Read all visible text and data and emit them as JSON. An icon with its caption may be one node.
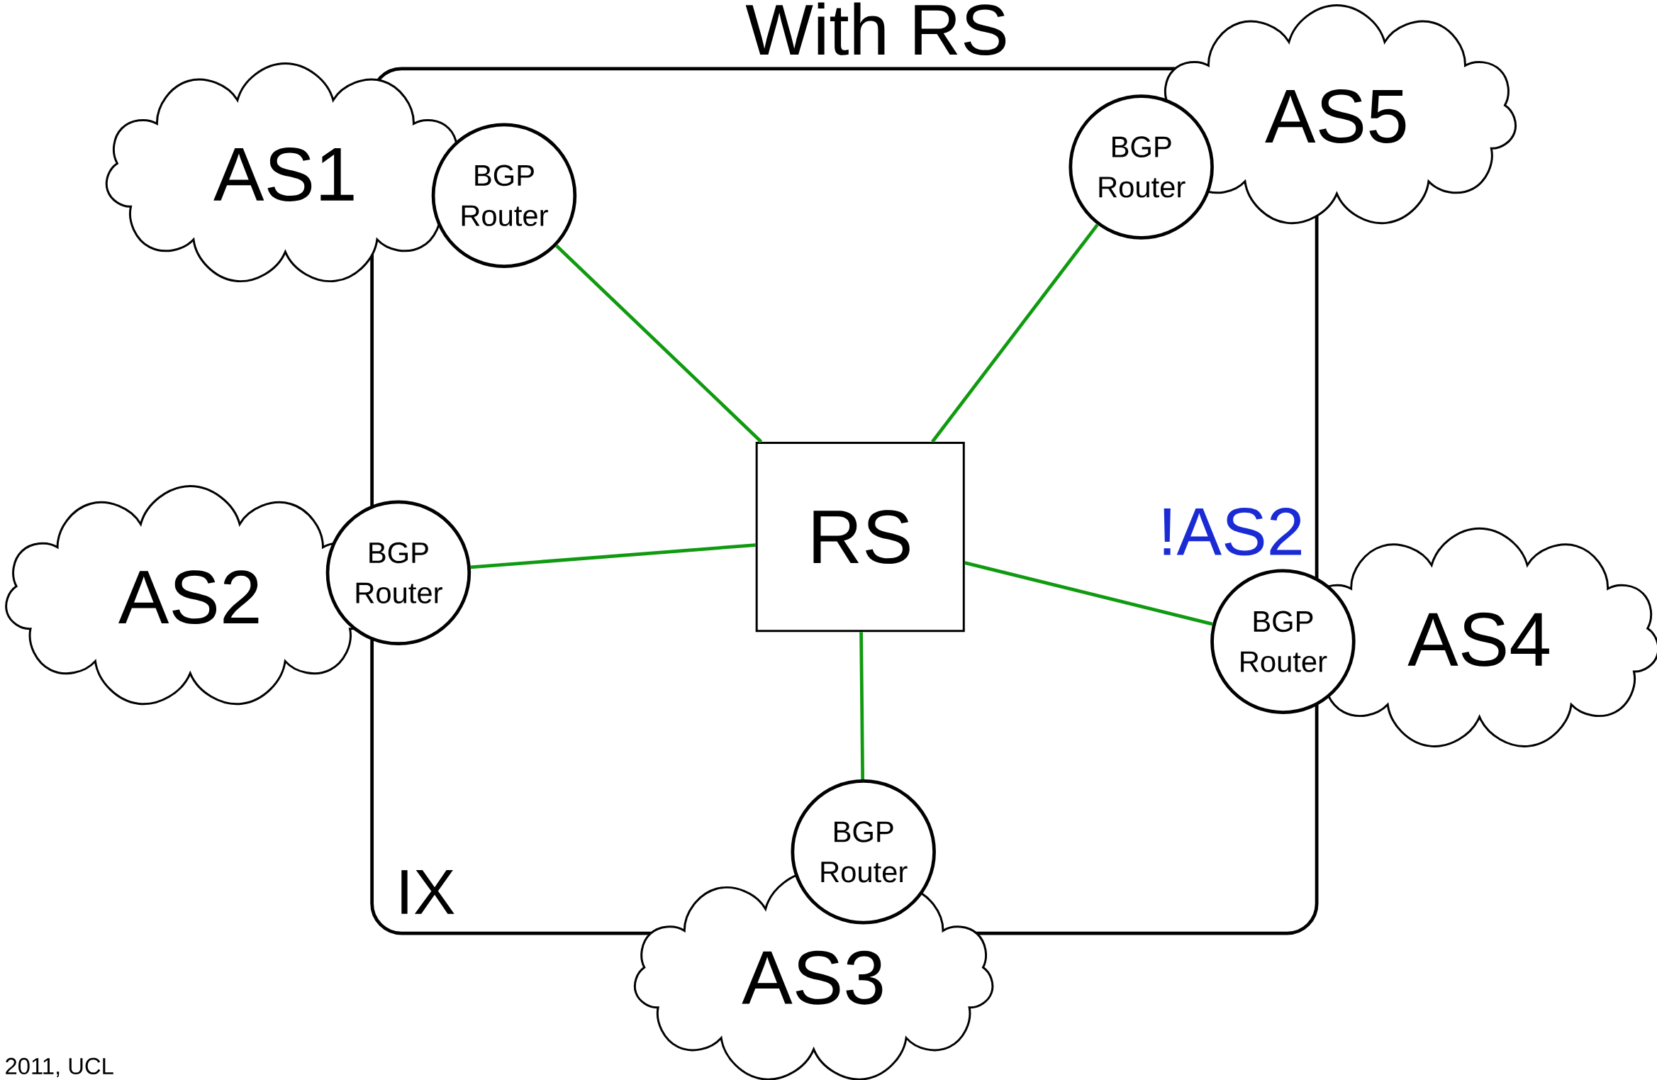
{
  "diagram": {
    "title": "With RS",
    "nodes": [
      {
        "text": [
          "IX"
        ]
      },
      {
        "text": [
          "AS1"
        ]
      },
      {
        "text": [
          "BGP Router"
        ],
        "in": 0
      },
      {
        "text": [
          "AS5"
        ]
      },
      {
        "text": [
          "BGP Router"
        ],
        "in": 0
      },
      {
        "text": [
          "AS2"
        ]
      },
      {
        "text": [
          "BGP Router"
        ]
      },
      {
        "text": [
          "RS"
        ],
        "in": 0
      },
      {
        "text": [
          "AS4"
        ]
      },
      {
        "text": [
          "BGP Router"
        ]
      },
      {
        "text": [
          "BGP Router"
        ],
        "in": 0
      },
      {
        "text": [
          "AS3"
        ]
      }
    ],
    "edges": [
      {
        "from": 2,
        "to": 7,
        "arrow": "none"
      },
      {
        "from": 4,
        "to": 7,
        "arrow": "none"
      },
      {
        "from": 6,
        "to": 7,
        "arrow": "none"
      },
      {
        "from": 9,
        "to": 7,
        "arrow": "none"
      },
      {
        "from": 10,
        "to": 7,
        "arrow": "none"
      }
    ],
    "labels": [
      "!AS2",
      "2011, UCL"
    ]
  }
}
